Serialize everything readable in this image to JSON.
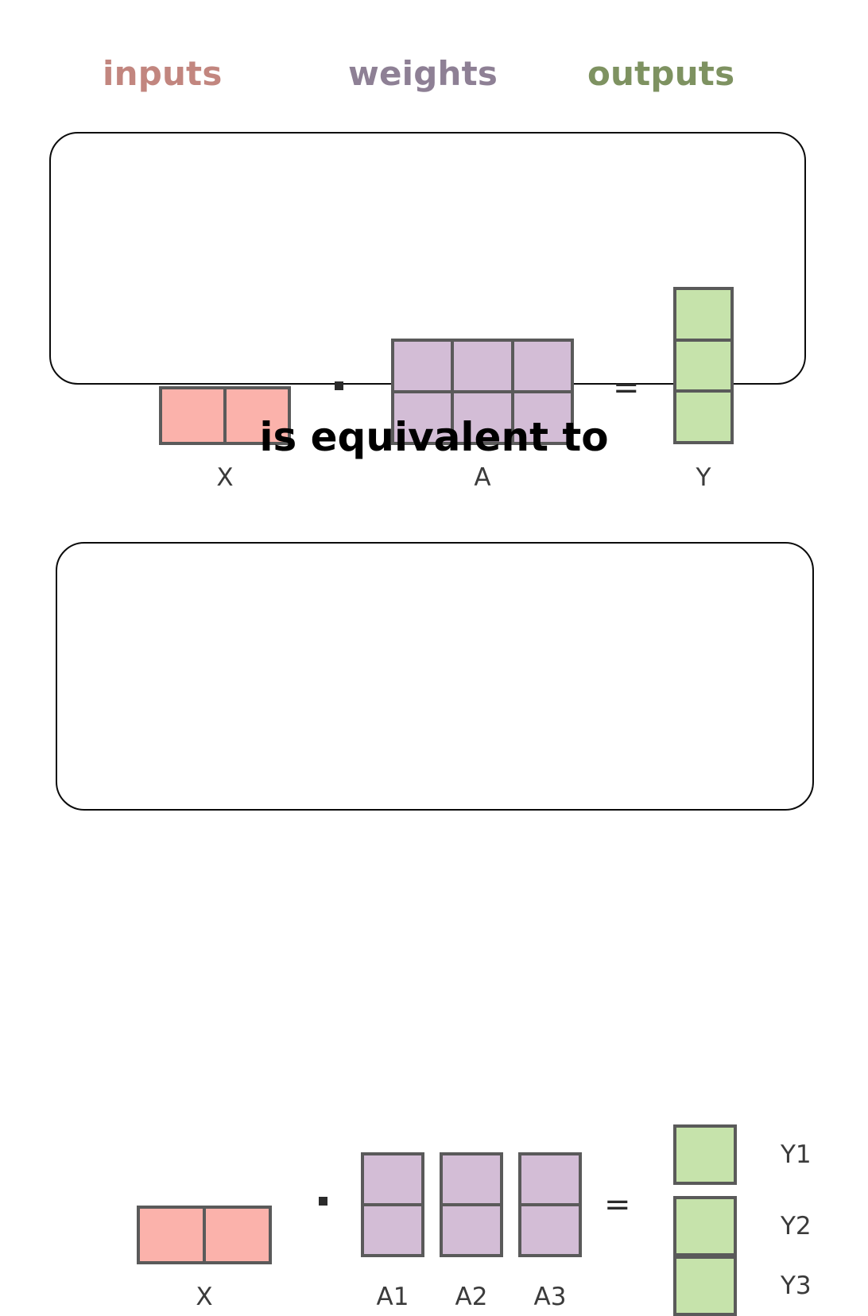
{
  "legend": {
    "inputs": {
      "text": "inputs",
      "color": "#c2867f"
    },
    "weights": {
      "text": "weights",
      "color": "#8e8095"
    },
    "outputs": {
      "text": "outputs",
      "color": "#7e9261"
    }
  },
  "equivalence_text": "is equivalent to",
  "colors": {
    "input_cell": "#fbb2ab",
    "weight_cell": "#d3bdd6",
    "output_cell": "#c6e3ab",
    "cell_border": "#5a5a5a",
    "panel_border": "#0b0b0b",
    "label_text": "#3b3b3b",
    "operator": "#2b2b2b"
  },
  "top_panel": {
    "input_matrix": {
      "label": "X",
      "rows": 1,
      "cols": 2,
      "kind": "input"
    },
    "dot_operator": "·",
    "weight_matrix": {
      "label": "A",
      "rows": 2,
      "cols": 3,
      "kind": "weight"
    },
    "equals_operator": "=",
    "output_matrix": {
      "label": "Y",
      "rows": 3,
      "cols": 1,
      "kind": "output"
    }
  },
  "bottom_panel": {
    "input_matrix": {
      "label": "X",
      "rows": 1,
      "cols": 2,
      "kind": "input"
    },
    "dot_operator": "·",
    "weight_matrices": [
      {
        "label": "A1",
        "rows": 2,
        "cols": 1,
        "kind": "weight"
      },
      {
        "label": "A2",
        "rows": 2,
        "cols": 1,
        "kind": "weight"
      },
      {
        "label": "A3",
        "rows": 2,
        "cols": 1,
        "kind": "weight"
      }
    ],
    "equals_operator": "=",
    "output_matrices": [
      {
        "label": "Y1",
        "rows": 1,
        "cols": 1,
        "kind": "output"
      },
      {
        "label": "Y2",
        "rows": 1,
        "cols": 1,
        "kind": "output"
      },
      {
        "label": "Y3",
        "rows": 1,
        "cols": 1,
        "kind": "output"
      }
    ]
  }
}
